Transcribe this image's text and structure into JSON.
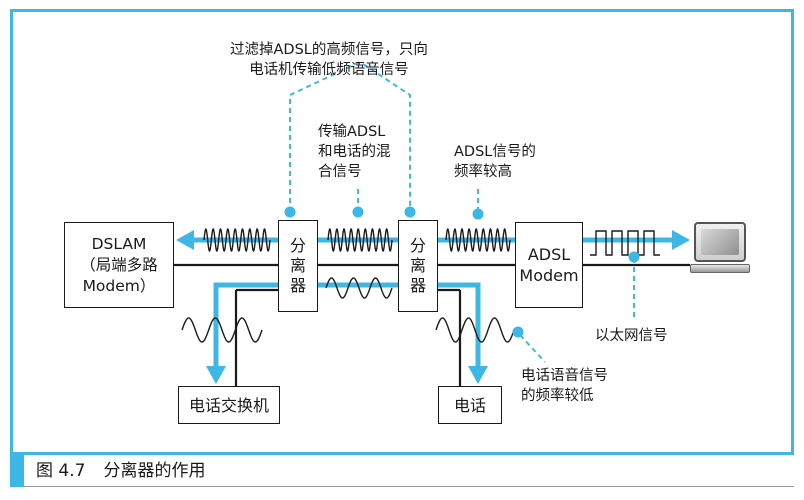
{
  "boxes": {
    "dslam": [
      "DSLAM",
      "（局端多路",
      "Modem）"
    ],
    "splitter_left": [
      "分",
      "离",
      "器"
    ],
    "splitter_right": [
      "分",
      "离",
      "器"
    ],
    "adsl_modem": [
      "ADSL",
      "Modem"
    ],
    "exchange": "电话交换机",
    "phone": "电话"
  },
  "notes": {
    "top": [
      "过滤掉ADSL的高频信号，只向",
      "电话机传输低频语音信号"
    ],
    "mixed": [
      "传输ADSL",
      "和电话的混",
      "合信号"
    ],
    "adsl_high": [
      "ADSL信号的",
      "频率较高"
    ],
    "ethernet": "以太网信号",
    "voice_low": [
      "电话语音信号",
      "的频率较低"
    ]
  },
  "caption": {
    "number": "图 4.7",
    "title": "分离器的作用"
  },
  "colors": {
    "accent": "#3db8e6",
    "line": "#1a1a1a"
  }
}
